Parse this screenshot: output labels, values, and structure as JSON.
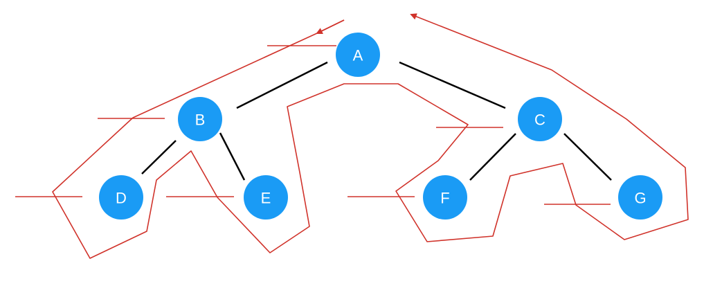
{
  "tree": {
    "nodes": [
      {
        "id": "A",
        "label": "A"
      },
      {
        "id": "B",
        "label": "B"
      },
      {
        "id": "C",
        "label": "C"
      },
      {
        "id": "D",
        "label": "D"
      },
      {
        "id": "E",
        "label": "E"
      },
      {
        "id": "F",
        "label": "F"
      },
      {
        "id": "G",
        "label": "G"
      }
    ],
    "edges": [
      [
        "A",
        "B"
      ],
      [
        "A",
        "C"
      ],
      [
        "B",
        "D"
      ],
      [
        "B",
        "E"
      ],
      [
        "C",
        "F"
      ],
      [
        "C",
        "G"
      ]
    ]
  },
  "colors": {
    "node_fill": "#1a9bf5",
    "node_text": "#ffffff",
    "edge": "#000000",
    "traversal": "#d0322a"
  }
}
